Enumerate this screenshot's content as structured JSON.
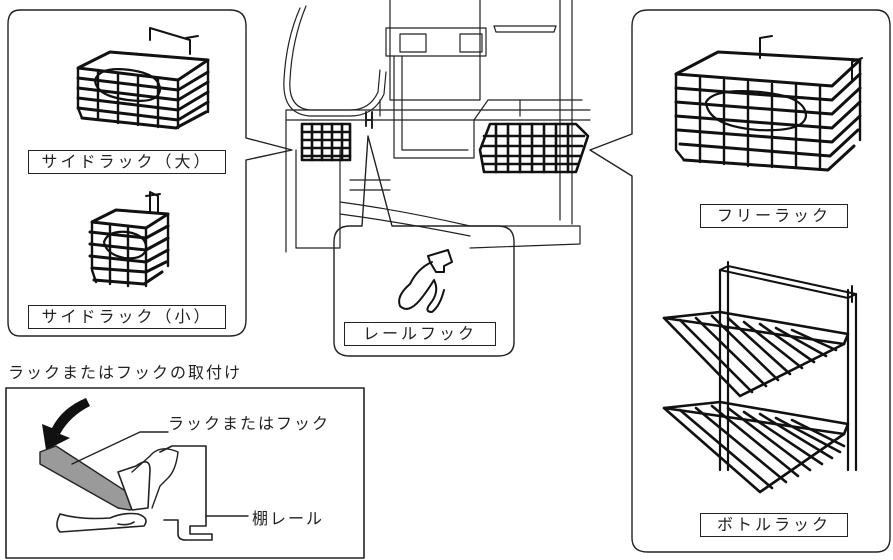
{
  "labels": {
    "side_rack_large": "サイドラック（大）",
    "side_rack_small": "サイドラック（小）",
    "rail_hook": "レールフック",
    "free_rack": "フリーラック",
    "bottle_rack": "ボトルラック"
  },
  "detail": {
    "title": "ラックまたはフックの取付け",
    "callout_rack_or_hook": "ラックまたはフック",
    "callout_shelf_rail": "棚レール"
  }
}
